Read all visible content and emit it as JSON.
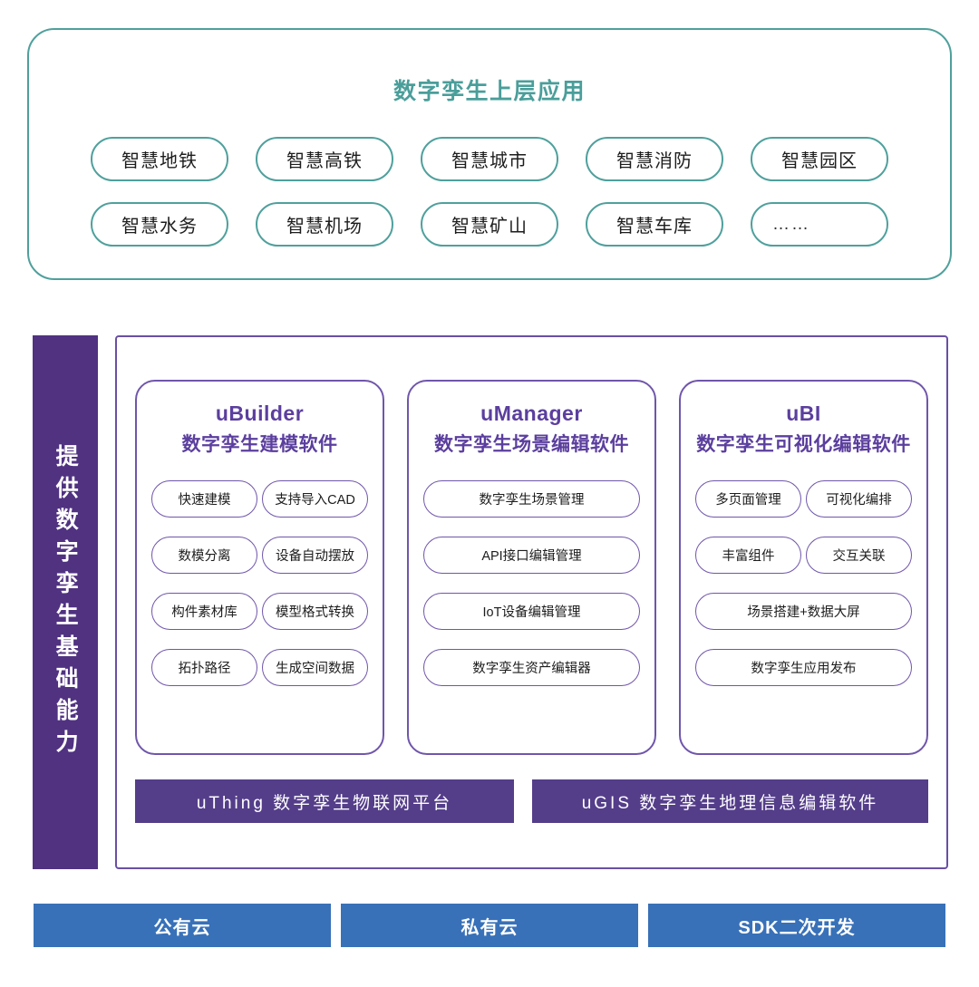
{
  "applications": {
    "title": "数字孪生上层应用",
    "accent_color": "#4a9e9a",
    "rows": [
      [
        {
          "label": "智慧地铁"
        },
        {
          "label": "智慧高铁"
        },
        {
          "label": "智慧城市"
        },
        {
          "label": "智慧消防"
        },
        {
          "label": "智慧园区"
        }
      ],
      [
        {
          "label": "智慧水务"
        },
        {
          "label": "智慧机场"
        },
        {
          "label": "智慧矿山"
        },
        {
          "label": "智慧车库"
        },
        {
          "label": "……"
        }
      ]
    ]
  },
  "capability": {
    "side_band_label": "提供数字孪生基础能力",
    "side_band_color": "#503281",
    "accent_color": "#5b3f9e",
    "cards": [
      {
        "name_en": "uBuilder",
        "name_cn": "数字孪生建模软件",
        "features": [
          {
            "label": "快速建模",
            "width": "half"
          },
          {
            "label": "支持导入CAD",
            "width": "half"
          },
          {
            "label": "数模分离",
            "width": "half"
          },
          {
            "label": "设备自动摆放",
            "width": "half"
          },
          {
            "label": "构件素材库",
            "width": "half"
          },
          {
            "label": "模型格式转换",
            "width": "half"
          },
          {
            "label": "拓扑路径",
            "width": "half"
          },
          {
            "label": "生成空间数据",
            "width": "half"
          }
        ]
      },
      {
        "name_en": "uManager",
        "name_cn": "数字孪生场景编辑软件",
        "features": [
          {
            "label": "数字孪生场景管理",
            "width": "full"
          },
          {
            "label": "API接口编辑管理",
            "width": "full"
          },
          {
            "label": "IoT设备编辑管理",
            "width": "full"
          },
          {
            "label": "数字孪生资产编辑器",
            "width": "full"
          }
        ]
      },
      {
        "name_en": "uBI",
        "name_cn": "数字孪生可视化编辑软件",
        "features": [
          {
            "label": "多页面管理",
            "width": "half"
          },
          {
            "label": "可视化编排",
            "width": "half"
          },
          {
            "label": "丰富组件",
            "width": "half"
          },
          {
            "label": "交互关联",
            "width": "half"
          },
          {
            "label": "场景搭建+数据大屏",
            "width": "full"
          },
          {
            "label": "数字孪生应用发布",
            "width": "full"
          }
        ]
      }
    ],
    "platform_bars": [
      {
        "label": "uThing 数字孪生物联网平台",
        "side": "left"
      },
      {
        "label": "uGIS 数字孪生地理信息编辑软件",
        "side": "right"
      }
    ],
    "platform_bar_color": "#543e8a"
  },
  "deployment": {
    "bar_color": "#3871b8",
    "bars": [
      {
        "label": "公有云"
      },
      {
        "label": "私有云"
      },
      {
        "label": "SDK二次开发"
      }
    ]
  }
}
